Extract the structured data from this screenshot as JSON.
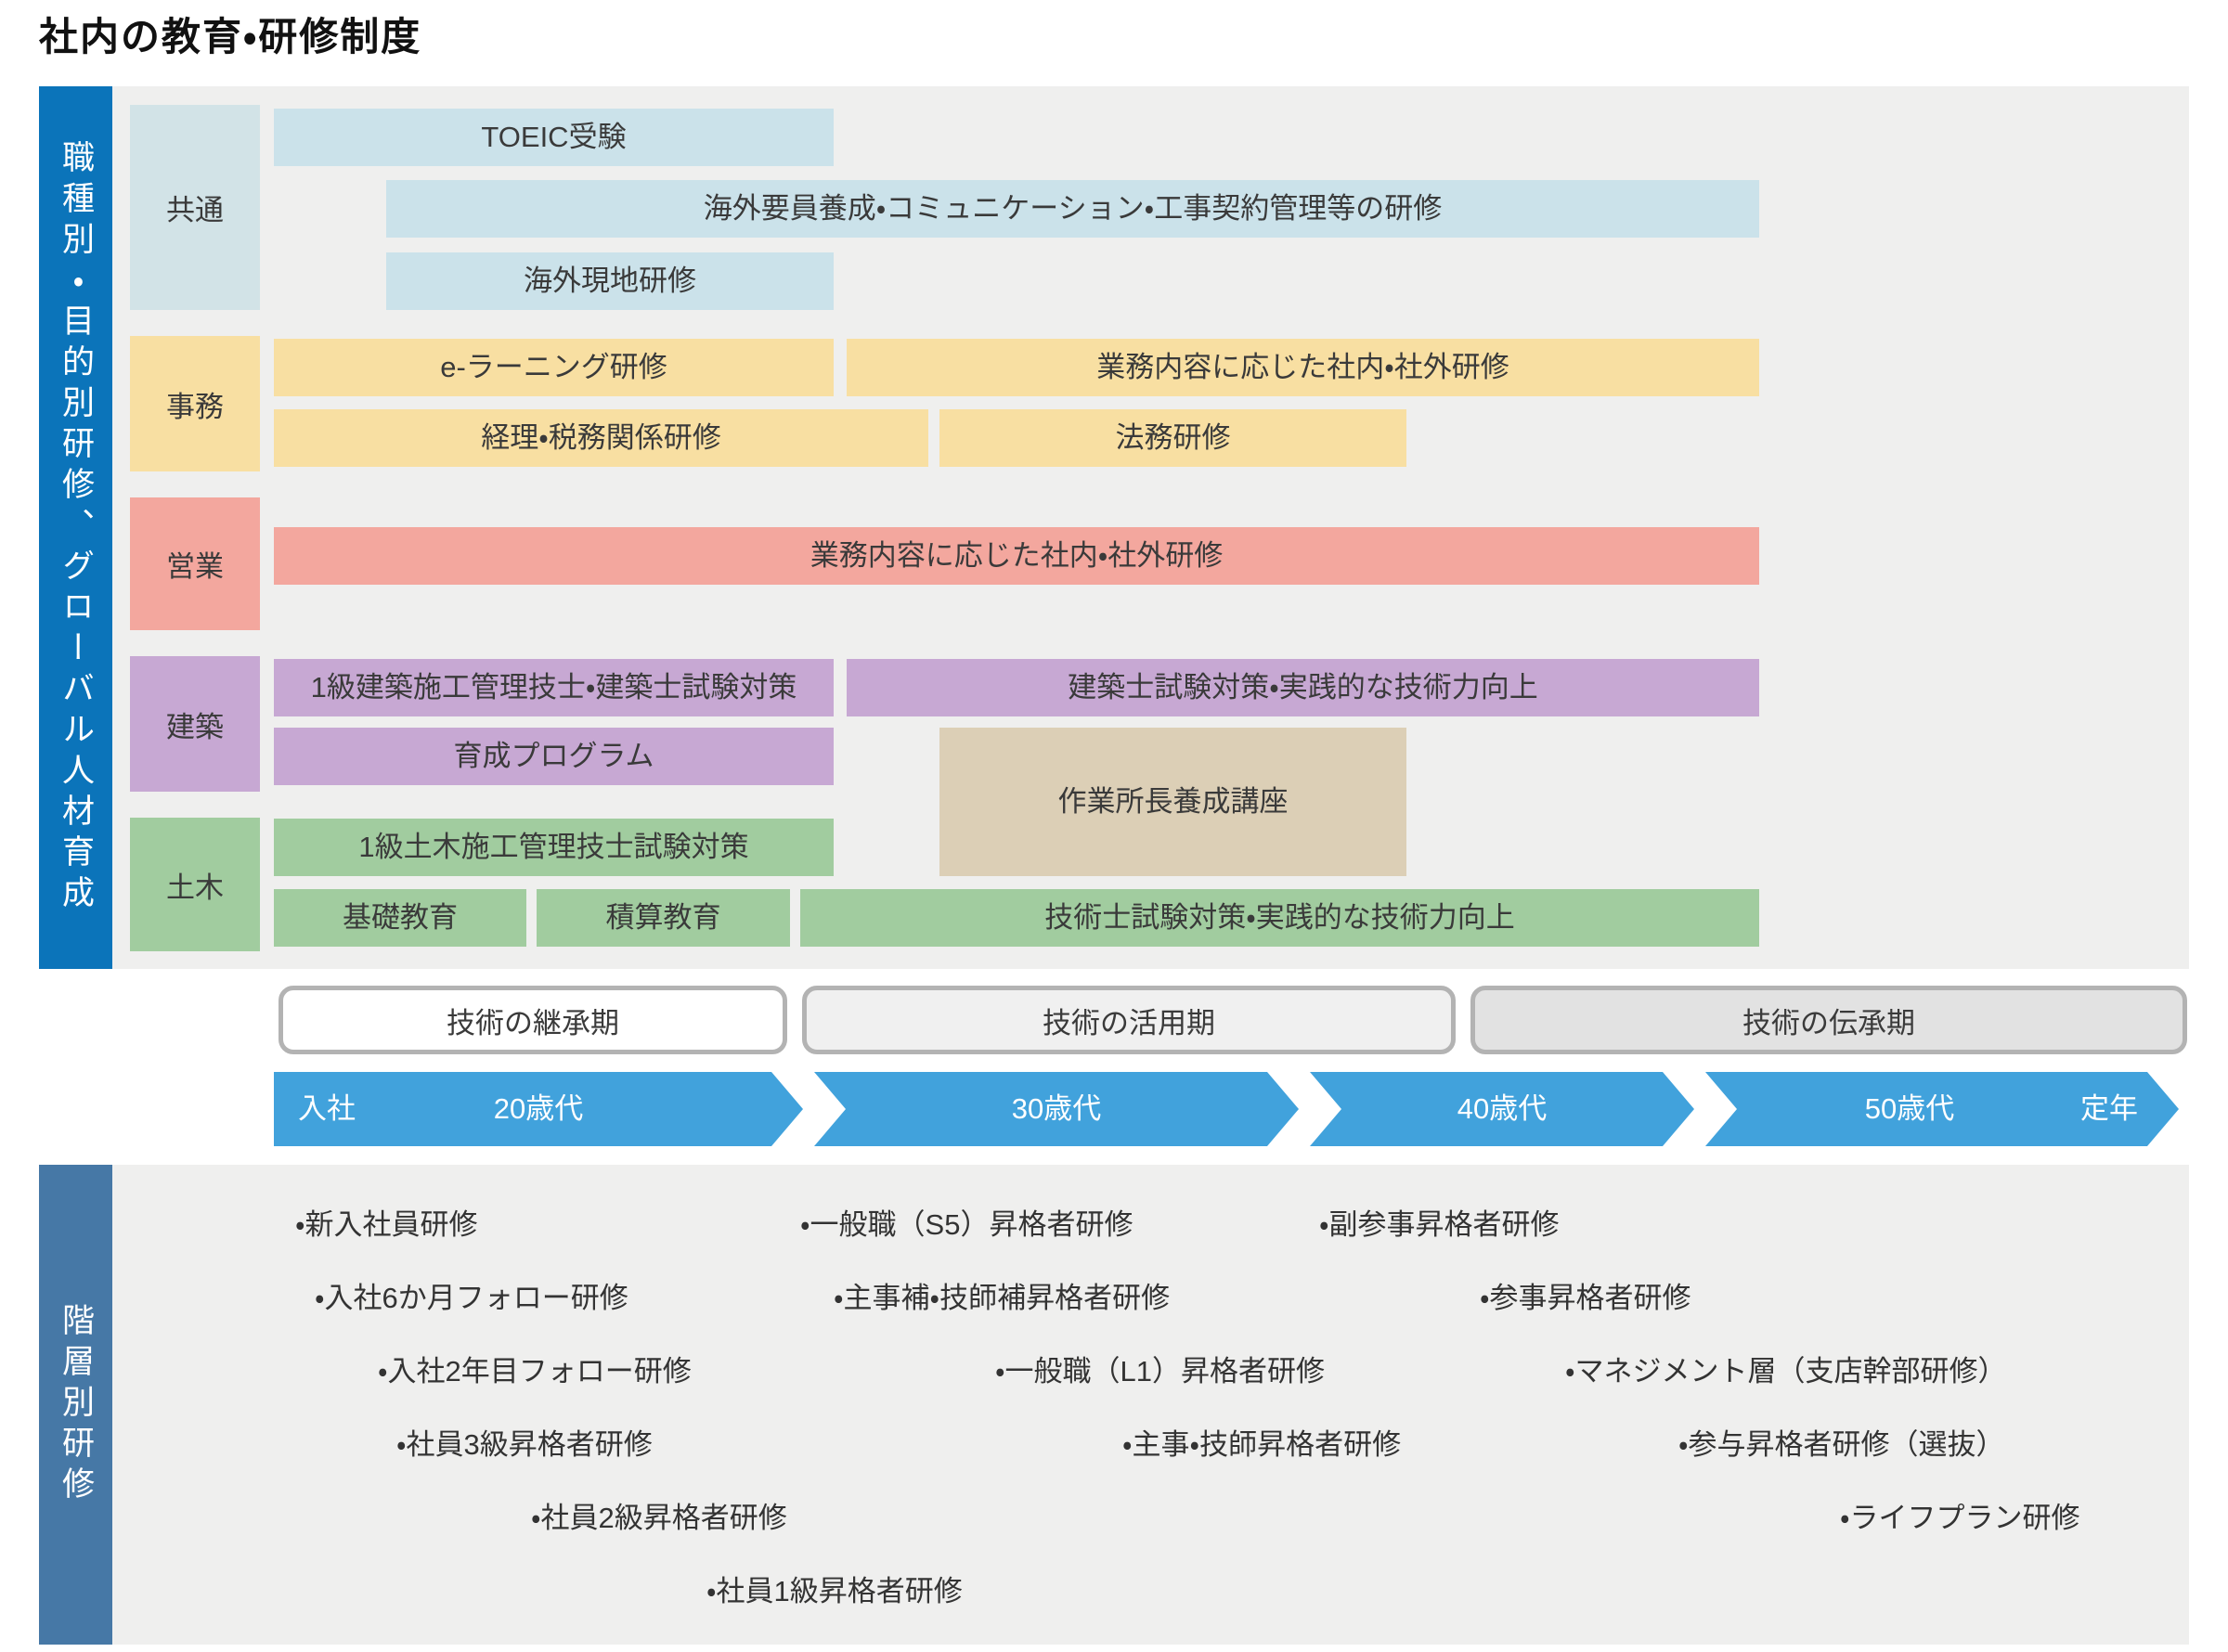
{
  "page_title": "社内の教育・研修制度",
  "colors": {
    "sidebar_top": "#0b74ba",
    "sidebar_bottom": "#4678a6",
    "panel_bg": "#efefee",
    "common_blue": "#cbe2ea",
    "admin_yellow": "#f8dfa2",
    "sales_salmon": "#f3a79e",
    "architecture_purple": "#c7a8d3",
    "civil_green": "#a1cc9f",
    "site_manager_tan": "#dccfb6",
    "timeline_blue": "#41a2dc",
    "phase_border_gray": "#b3b3b3",
    "phase_fill_1": "#ffffff",
    "phase_fill_2": "#f0f0f0",
    "phase_fill_3": "#e2e2e2",
    "text": "#333333"
  },
  "top_section": {
    "sidebar_label": "職種別・目的別研修、グローバル人材育成",
    "categories": [
      {
        "label": "共通"
      },
      {
        "label": "事務"
      },
      {
        "label": "営業"
      },
      {
        "label": "建築"
      },
      {
        "label": "土木"
      }
    ],
    "bars": {
      "toeic": "TOEIC受験",
      "kaigai_yoin": "海外要員養成・コミュニケーション・工事契約管理等の研修",
      "kaigai_genchi": "海外現地研修",
      "elearning": "e-ラーニング研修",
      "gyomu_jimu": "業務内容に応じた社内・社外研修",
      "keiri": "経理・税務関係研修",
      "homu": "法務研修",
      "gyomu_eigyo": "業務内容に応じた社内・社外研修",
      "kenchiku_shiken": "1級建築施工管理技士・建築士試験対策",
      "kenchikushi_kojo": "建築士試験対策・実践的な技術力向上",
      "ikusei": "育成プログラム",
      "sagyoshocho": "作業所長養成講座",
      "doboku_shiken": "1級土木施工管理技士試験対策",
      "kiso": "基礎教育",
      "sekisan": "積算教育",
      "gijutsushi": "技術士試験対策・実践的な技術力向上"
    }
  },
  "phases": [
    "技術の継承期",
    "技術の活用期",
    "技術の伝承期"
  ],
  "timeline": {
    "start_label": "入社",
    "stages": [
      "20歳代",
      "30歳代",
      "40歳代",
      "50歳代"
    ],
    "end_label": "定年"
  },
  "bottom_section": {
    "sidebar_label": "階層別研修",
    "items": [
      "・新入社員研修",
      "・一般職（S5）昇格者研修",
      "・副参事昇格者研修",
      "・入社6か月フォロー研修",
      "・主事補・技師補昇格者研修",
      "・参事昇格者研修",
      "・入社2年目フォロー研修",
      "・一般職（L1）昇格者研修",
      "・マネジメント層（支店幹部研修）",
      "・社員3級昇格者研修",
      "・主事・技師昇格者研修",
      "・参与昇格者研修（選抜）",
      "・社員2級昇格者研修",
      "・ライフプラン研修",
      "・社員1級昇格者研修"
    ]
  }
}
